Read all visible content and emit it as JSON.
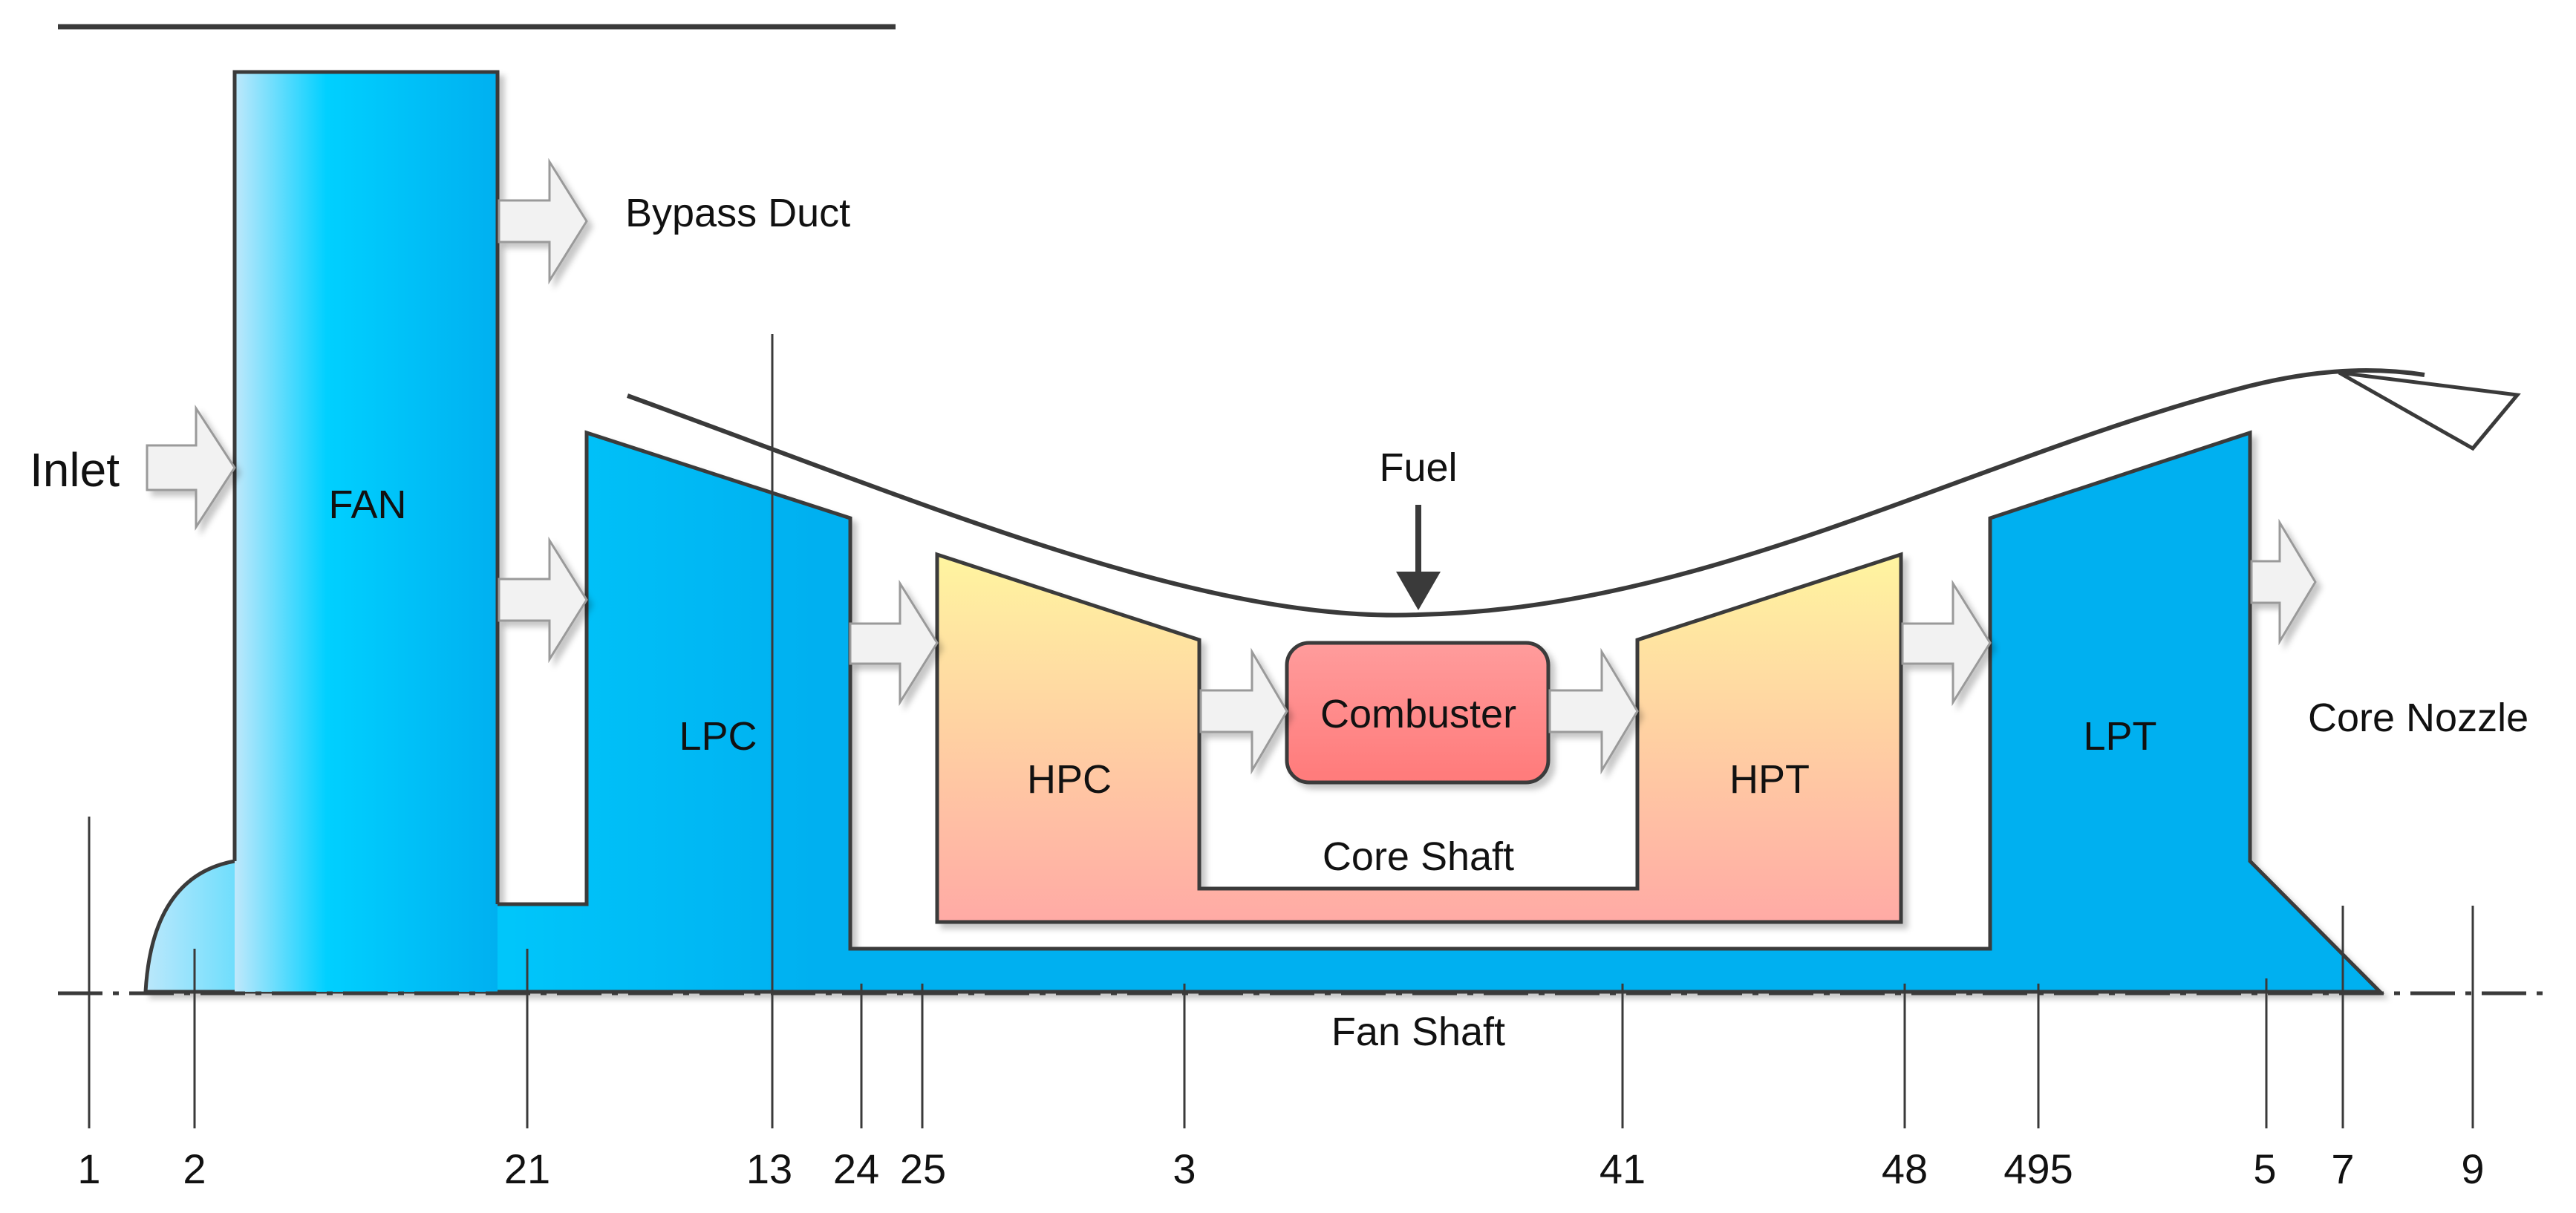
{
  "diagram": {
    "labels": {
      "inlet": "Inlet",
      "fan": "FAN",
      "bypass_duct": "Bypass Duct",
      "lpc": "LPC",
      "hpc": "HPC",
      "combuster": "Combuster",
      "core_shaft": "Core Shaft",
      "fuel": "Fuel",
      "hpt": "HPT",
      "lpt": "LPT",
      "core_nozzle": "Core Nozzle",
      "fan_shaft": "Fan Shaft"
    },
    "stations": [
      "1",
      "2",
      "21",
      "13",
      "24",
      "25",
      "3",
      "41",
      "48",
      "495",
      "5",
      "7",
      "9"
    ]
  },
  "colors": {
    "blue": "#00b0f0",
    "light_blue": "#a6dcf8",
    "cyan": "#00d0ff",
    "yellow": "#fff2a0",
    "pink": "#ffb0a8",
    "combuster_top": "#ff9898",
    "combuster_bottom": "#ff7e7e",
    "outline": "#3a3a3a",
    "arrow_fill": "#f2f2f2"
  }
}
